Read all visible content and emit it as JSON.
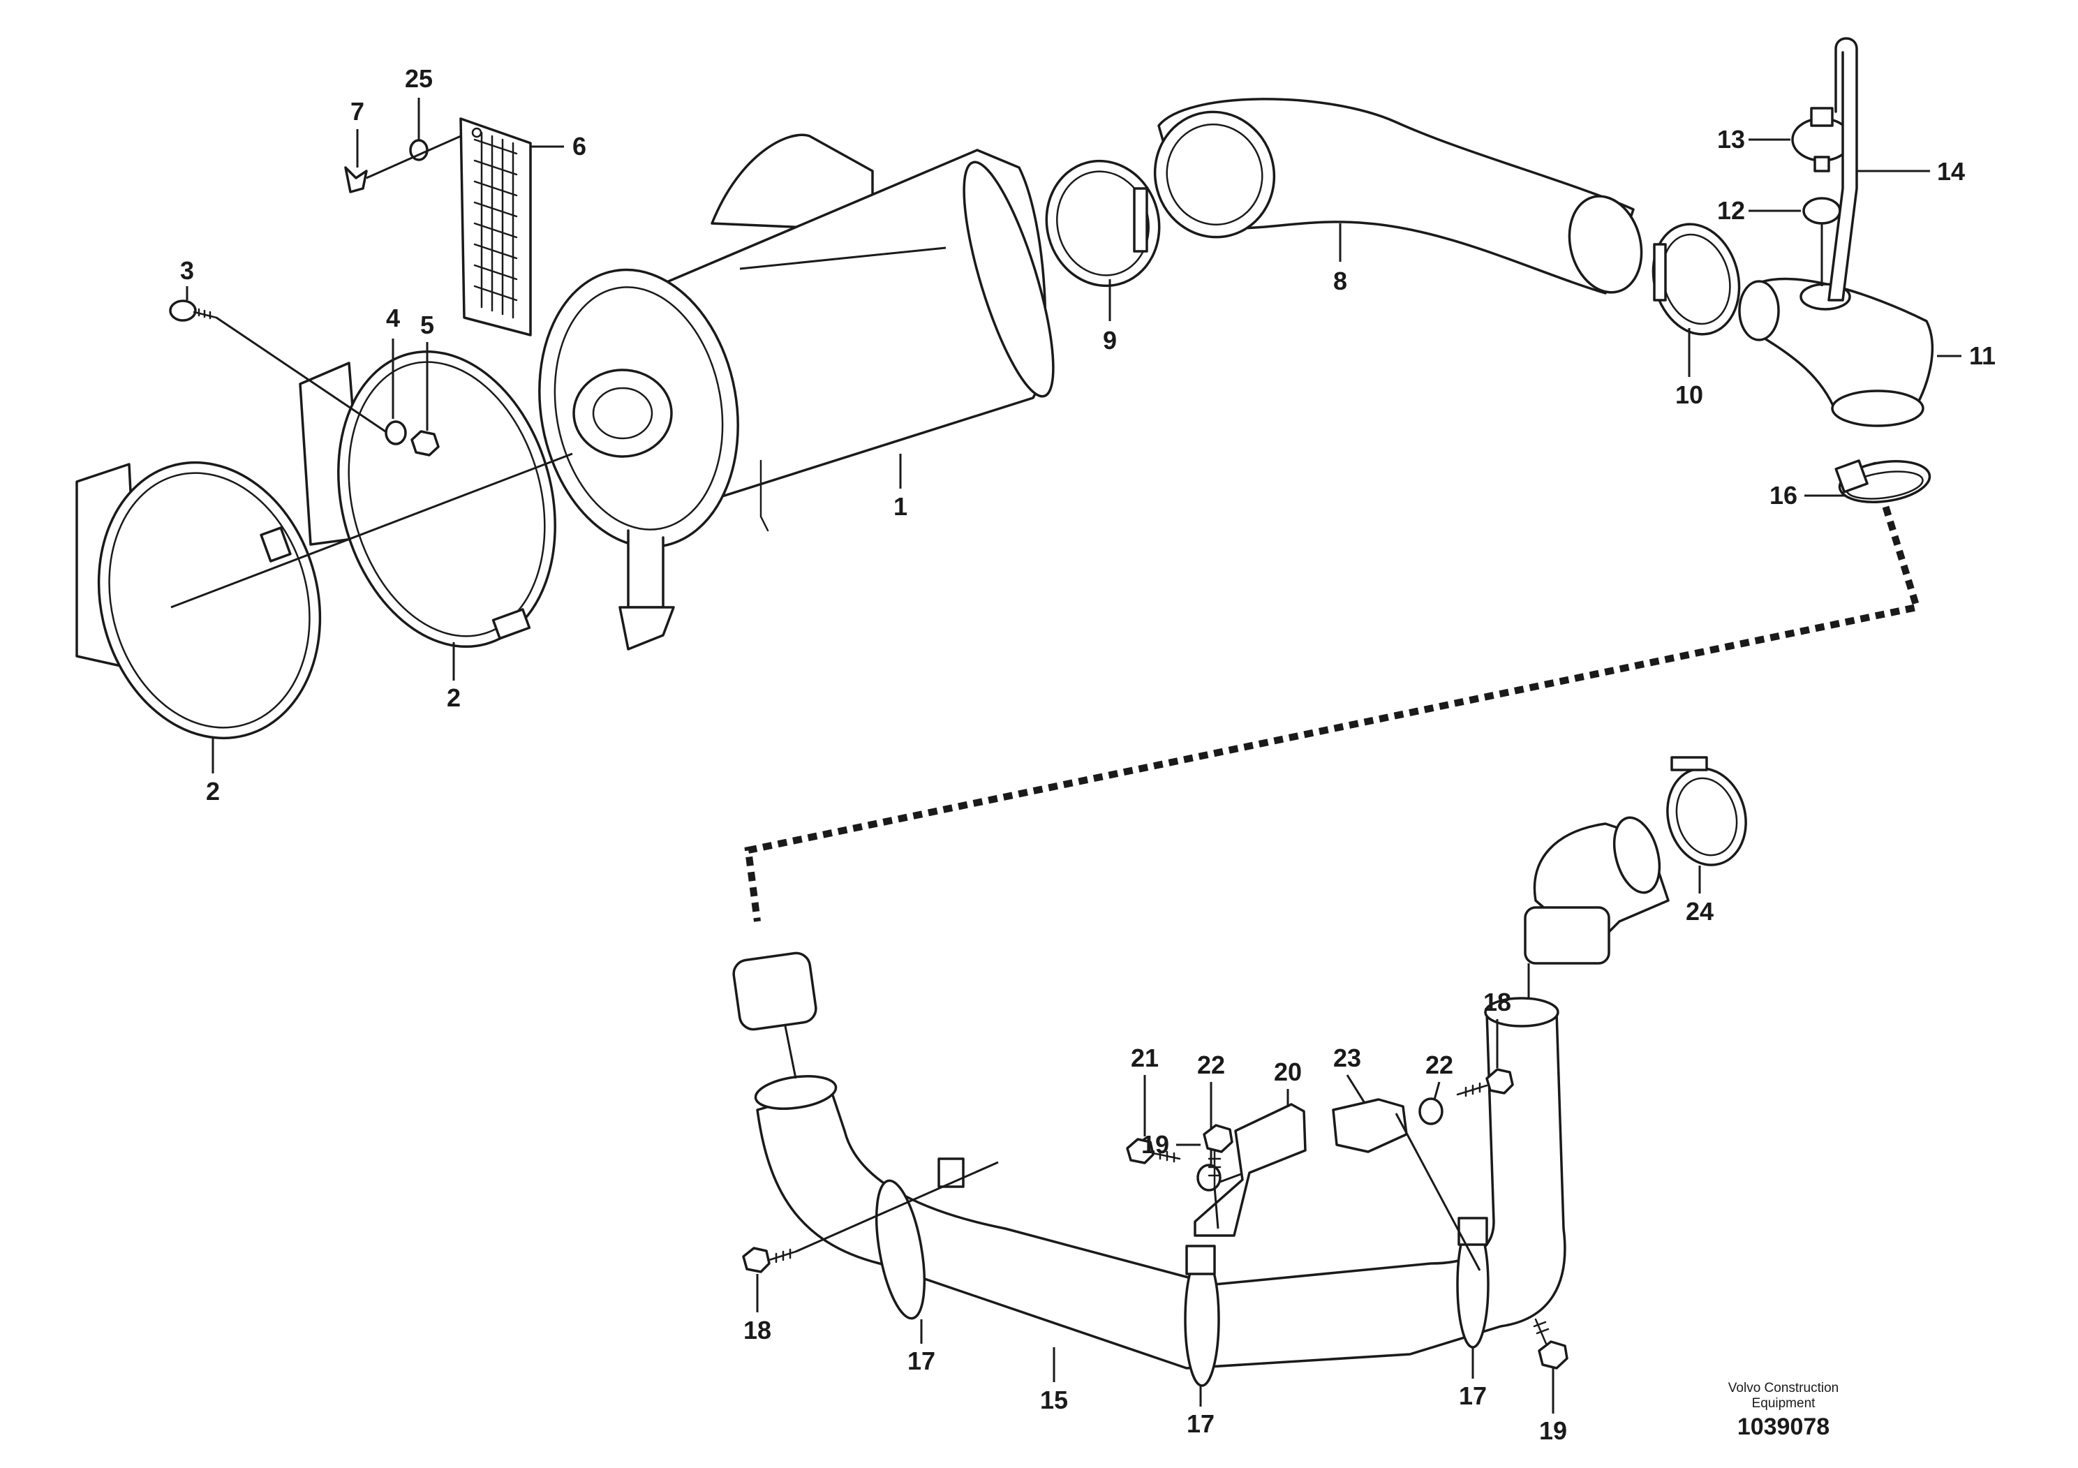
{
  "callouts": [
    "1",
    "2",
    "2",
    "3",
    "4",
    "5",
    "6",
    "7",
    "25",
    "8",
    "9",
    "10",
    "11",
    "12",
    "13",
    "14",
    "16",
    "24",
    "21",
    "22",
    "20",
    "23",
    "22",
    "18",
    "19",
    "18",
    "17",
    "15",
    "17",
    "17",
    "19"
  ],
  "footer": {
    "brand_line1": "Volvo Construction",
    "brand_line2": "Equipment",
    "drawing_number": "1039078"
  }
}
